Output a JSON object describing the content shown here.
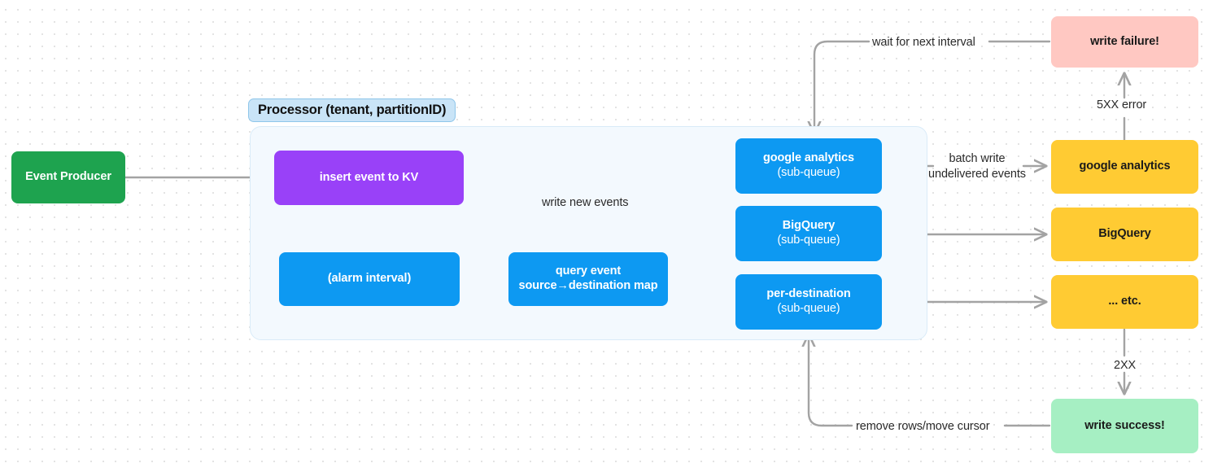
{
  "diagram": {
    "title_pill": "Processor (tenant, partitionID)",
    "accent_colors": {
      "green": "#1EA34F",
      "purple": "#9941F8",
      "blue": "#0D99F2",
      "yellow": "#FFCB33",
      "pink": "#FFC8C2",
      "mint": "#A6EFC3",
      "panel_fill": "#F3F9FE",
      "panel_border": "#D9EBF8",
      "pill_fill": "#C9E4F7",
      "edge_stroke": "#A3A3A3"
    }
  },
  "nodes": {
    "event_producer": {
      "line1": "Event Producer"
    },
    "insert_event_kv": {
      "line1": "insert event to KV"
    },
    "alarm_interval": {
      "line1": "(alarm interval)"
    },
    "query_event_map": {
      "line1": "query event",
      "line2": "source→destination map"
    },
    "subqueue_ga": {
      "line1": "google analytics",
      "line2": "(sub-queue)"
    },
    "subqueue_bq": {
      "line1": "BigQuery",
      "line2": "(sub-queue)"
    },
    "subqueue_per_destination": {
      "line1": "per-destination",
      "line2": "(sub-queue)"
    },
    "dest_ga": {
      "line1": "google analytics"
    },
    "dest_bq": {
      "line1": "BigQuery"
    },
    "dest_etc": {
      "line1": "... etc."
    },
    "write_failure": {
      "line1": "write failure!"
    },
    "write_success": {
      "line1": "write success!"
    }
  },
  "edge_labels": {
    "wait_for_next_interval": "wait for next interval",
    "write_new_events": "write new events",
    "batch_write_line1": "batch write",
    "batch_write_line2": "undelivered events",
    "error_5xx": "5XX error",
    "success_2xx": "2XX",
    "remove_rows": "remove rows/move cursor"
  }
}
